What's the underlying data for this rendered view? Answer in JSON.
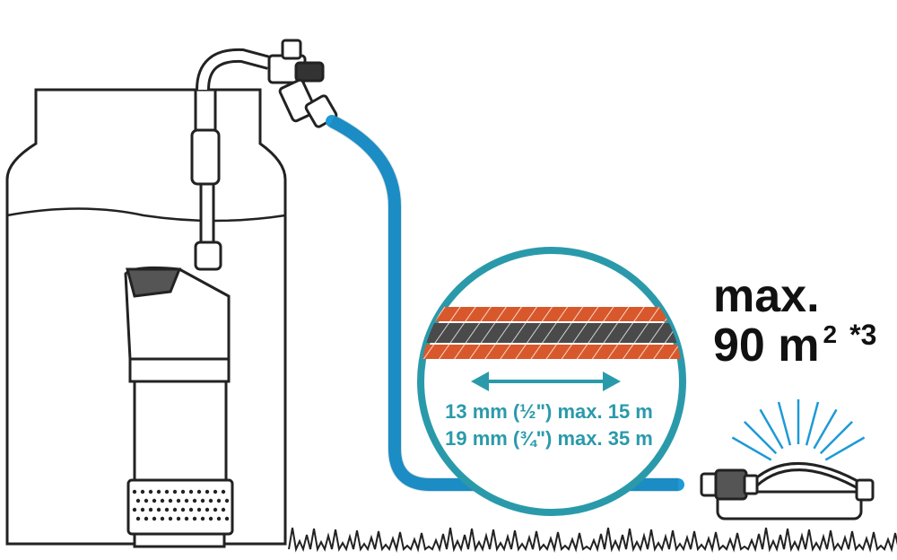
{
  "colors": {
    "hose": "#1e9ad6",
    "circle": "#2a9aab",
    "orange": "#d9582b",
    "dark": "#4a4a4a",
    "outline": "#222222"
  },
  "coverage": {
    "line1": "max.",
    "value": "90 m",
    "superscript": "2",
    "footnote": "*3"
  },
  "hose_specs": [
    {
      "text": "13 mm (½\") max. 15 m"
    },
    {
      "text": "19 mm (¾\") max. 35 m"
    }
  ]
}
